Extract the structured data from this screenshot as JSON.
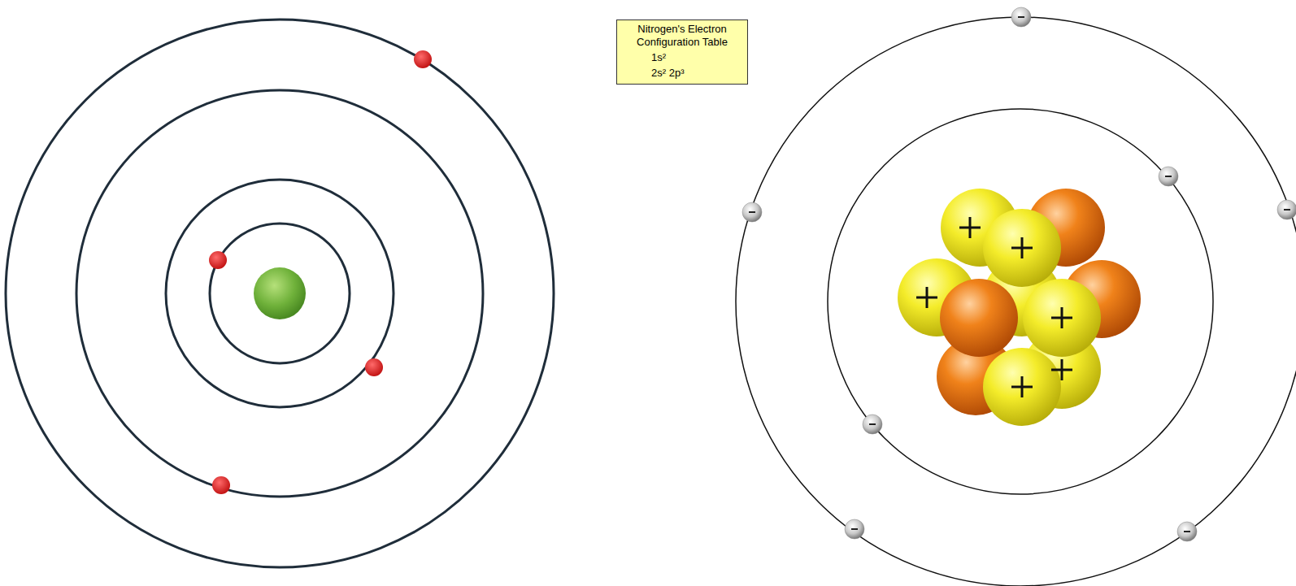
{
  "diagram": {
    "nodes": [
      {
        "text": [
          "Nitrogen's Electron Configuration Table",
          "1s²",
          "2s² 2p³"
        ]
      }
    ]
  }
}
